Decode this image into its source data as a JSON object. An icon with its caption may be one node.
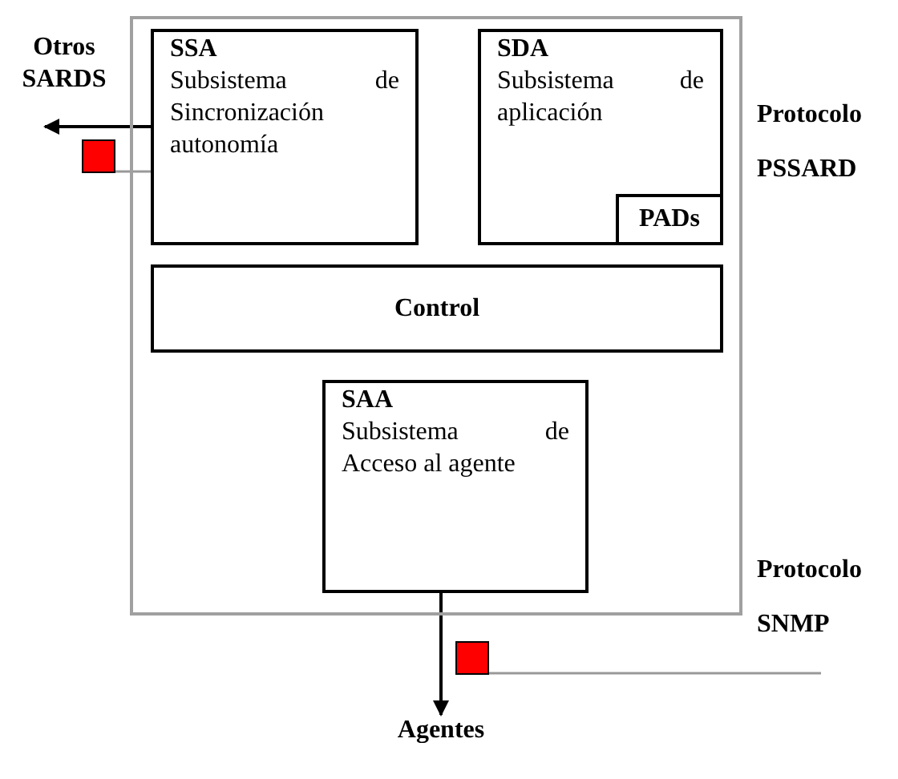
{
  "diagram": {
    "nodes": [
      {
        "text": [],
        "shape": "box"
      },
      {
        "text": [
          "SSA",
          "Subsistema de Sincronización autonomía"
        ],
        "in": 0
      },
      {
        "text": [
          "SDA",
          "Subsistema de aplicación"
        ],
        "in": 0
      },
      {
        "text": [
          "PADs"
        ],
        "in": 2
      },
      {
        "text": [
          "Control"
        ],
        "in": 0
      },
      {
        "text": [
          "SAA",
          "Subsistema de Acceso al agente"
        ],
        "in": 0
      },
      {
        "text": [
          "Otros SARDS"
        ]
      },
      {
        "text": [
          "Agentes"
        ]
      },
      {
        "text": [],
        "shape": "box"
      },
      {
        "text": [],
        "shape": "box"
      }
    ],
    "edges": [
      {
        "from": 1,
        "to": 6,
        "arrow": "to"
      },
      {
        "from": 5,
        "to": 7,
        "arrow": "to"
      },
      {
        "from": 8,
        "to": 1,
        "arrow": "none",
        "color": "#999999"
      },
      {
        "from": 9,
        "to": null,
        "arrow": "none",
        "color": "#999999"
      }
    ],
    "labels": [
      "Protocolo",
      "PSSARD",
      "Protocolo",
      "SNMP"
    ]
  }
}
